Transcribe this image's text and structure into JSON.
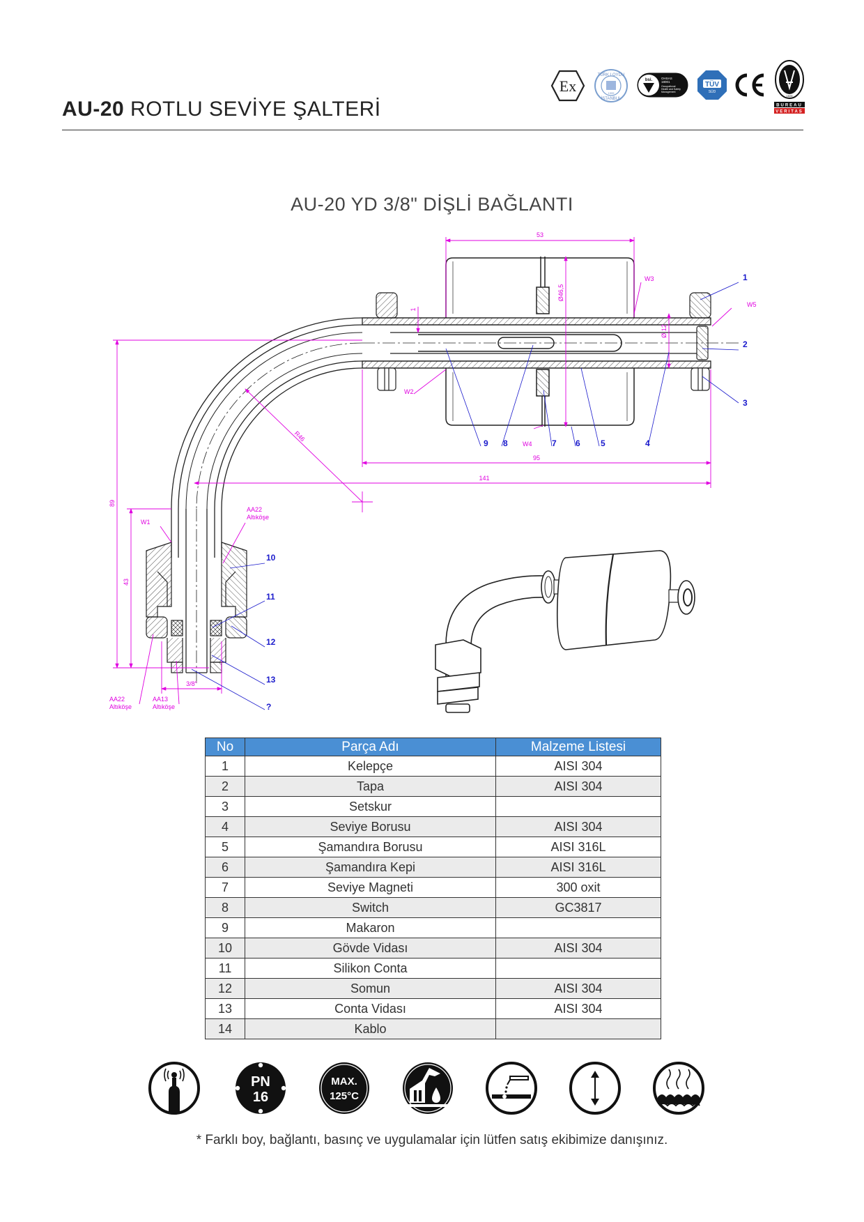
{
  "header": {
    "title_bold": "AU-20",
    "title_rest": " ROTLU SEVİYE ŞALTERİ",
    "certifications": [
      {
        "name": "Ex",
        "icon": "atex-ex-icon"
      },
      {
        "name": "TÜRK LOYDU İSTANBUL",
        "icon": "turk-loydu-icon",
        "text": "TÜRK LOYDU",
        "sub": "İSTANBUL",
        "year": "1995"
      },
      {
        "name": "bsi OHSAS 18001",
        "icon": "bsi-ohsas-icon",
        "brand": "bsi.",
        "line1": "OHSAS",
        "line2": "18001",
        "line3": "Occupational",
        "line4": "Health and Safety",
        "line5": "Management"
      },
      {
        "name": "TÜV SÜD",
        "icon": "tuv-sud-icon",
        "text": "TÜV",
        "sub": "SÜD"
      },
      {
        "name": "CE",
        "icon": "ce-mark-icon",
        "text": "CE"
      },
      {
        "name": "Bureau Veritas",
        "icon": "bureau-veritas-icon",
        "year": "1828",
        "line1": "BUREAU",
        "line2": "VERITAS"
      }
    ]
  },
  "section": {
    "subtitle": "AU-20 YD 3/8\" DİŞLİ BAĞLANTI"
  },
  "drawing": {
    "dimensions": {
      "d53": "53",
      "d46_5": "Ø46,5",
      "d12": "Ø 12",
      "d1": "1",
      "d95": "95",
      "d141": "141",
      "d89": "89",
      "d43": "43",
      "r46": "R46",
      "thread": "3/8\""
    },
    "welds": {
      "w1": "W1",
      "w2": "W2",
      "w3": "W3",
      "w4": "W4",
      "w5": "W5"
    },
    "notes": {
      "aa22_top": "AA22",
      "aa22_top_sub": "Altıköşe",
      "aa22_bot": "AA22",
      "aa22_bot_sub": "Altıköşe",
      "aa13": "AA13",
      "aa13_sub": "Altıköşe"
    },
    "balloons": [
      "1",
      "2",
      "3",
      "4",
      "5",
      "6",
      "7",
      "8",
      "9",
      "10",
      "11",
      "12",
      "13",
      "?"
    ]
  },
  "bom": {
    "headers": [
      "No",
      "Parça Adı",
      "Malzeme Listesi"
    ],
    "rows": [
      {
        "no": "1",
        "name": "Kelepçe",
        "material": "AISI 304"
      },
      {
        "no": "2",
        "name": "Tapa",
        "material": "AISI 304"
      },
      {
        "no": "3",
        "name": "Setskur",
        "material": ""
      },
      {
        "no": "4",
        "name": "Seviye Borusu",
        "material": "AISI 304"
      },
      {
        "no": "5",
        "name": "Şamandıra Borusu",
        "material": "AISI 316L"
      },
      {
        "no": "6",
        "name": "Şamandıra Kepi",
        "material": "AISI 316L"
      },
      {
        "no": "7",
        "name": "Seviye Magneti",
        "material": "300 oxit"
      },
      {
        "no": "8",
        "name": "Switch",
        "material": "GC3817"
      },
      {
        "no": "9",
        "name": "Makaron",
        "material": ""
      },
      {
        "no": "10",
        "name": "Gövde Vidası",
        "material": "AISI 304"
      },
      {
        "no": "11",
        "name": "Silikon Conta",
        "material": ""
      },
      {
        "no": "12",
        "name": "Somun",
        "material": "AISI 304"
      },
      {
        "no": "13",
        "name": "Conta Vidası",
        "material": "AISI 304"
      },
      {
        "no": "14",
        "name": "Kablo",
        "material": ""
      }
    ]
  },
  "feature_icons": [
    {
      "icon": "level-sensor-signal-icon"
    },
    {
      "icon": "pressure-pn16-icon",
      "line1": "PN",
      "line2": "16"
    },
    {
      "icon": "max-temperature-icon",
      "line1": "MAX.",
      "line2": "125°C"
    },
    {
      "icon": "oil-industry-icon"
    },
    {
      "icon": "chemical-resistance-icon"
    },
    {
      "icon": "vertical-mount-icon"
    },
    {
      "icon": "hot-liquid-icon"
    }
  ],
  "footer": {
    "note": "* Farklı boy, bağlantı, basınç ve uygulamalar için lütfen satış ekibimize danışınız."
  },
  "colors": {
    "table_header": "#4a8fd4",
    "dimension": "#e000e0",
    "balloon": "#1a1acc"
  }
}
